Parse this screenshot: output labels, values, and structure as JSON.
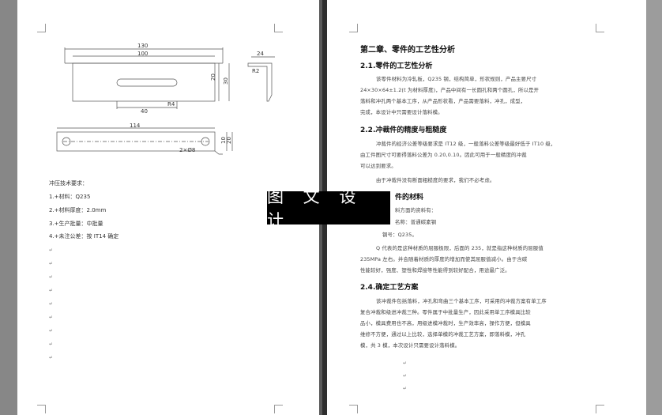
{
  "watermark": "图 文 设 计",
  "left_page": {
    "drawing1": {
      "dims": [
        "130",
        "100",
        "24",
        "20",
        "30",
        "40",
        "R4",
        "R2"
      ]
    },
    "drawing2": {
      "dims": [
        "114",
        "10",
        "20",
        "2×Ø8"
      ]
    },
    "req_title": "冲压技术要求：",
    "req_items": [
      "1.+材料：Q235",
      "2.+材料厚度：2.0mm",
      "3.+生产批量：中批量",
      "4.+未注公差：按 IT14 确定"
    ]
  },
  "right_page": {
    "chapter_title": "第二章、零件的工艺性分析",
    "s21_title": "2.1.零件的工艺性分析",
    "s21_lines": [
      "该零件材料为冷轧板，Q235 钢，结构简单，形状规则，产品主要尺寸",
      "24×30×64±1.2(t 为材料厚度)，产品中间有一长圆孔和两个圆孔，所以是开",
      "落料和冲孔两个基本工序，从产品形状看，产品需要落料，冲孔，成型，",
      "完成，本设计中只需要设计落料模。"
    ],
    "s22_title": "2.2.冲裁件的精度与粗糙度",
    "s22_lines": [
      "冲裁件的经济公差等级要求是 IT12 级，一般落料公差等级最好低于 IT10 级，",
      "由工件图尺寸可要得落料公差为 0.20,0.10。因此可用于一般精度的冲裁",
      "可以达到要求。",
      "由于冲裁件没有断面粗糙度的要求，我们不必考虑。"
    ],
    "s23_title_visible": "件的材料",
    "s23_lines": [
      "料方面的资料有：",
      "名称：普通碳素钢",
      "钢号：Q235。",
      "Q 代表的是这种材质的屈服极限，后面的 235，就是指这种材质的屈服值",
      "235MPa 左右。并会随着材质的厚度的增加而使其屈服值减小。由于含碳",
      "性能较好，强度、塑性和焊接等性能得到较好配合，用途最广泛。"
    ],
    "s24_title": "2.4.确定工艺方案",
    "s24_lines": [
      "该冲裁件包括落料，冲孔和弯曲三个基本工序，可采用的冲裁方案有单工序",
      "复合冲裁和级进冲裁三种。零件属于中批量生产，因此采用单工序模具比较",
      "品小，模具费用也不高，用级进模冲裁时，生产效率高，操作方便，但模具",
      "维修不方便，通过以上比较，选择单模的冲裁工艺方案，即落料模，冲孔",
      "模，共 3 模，本次设计只需要设计落料模。"
    ]
  }
}
